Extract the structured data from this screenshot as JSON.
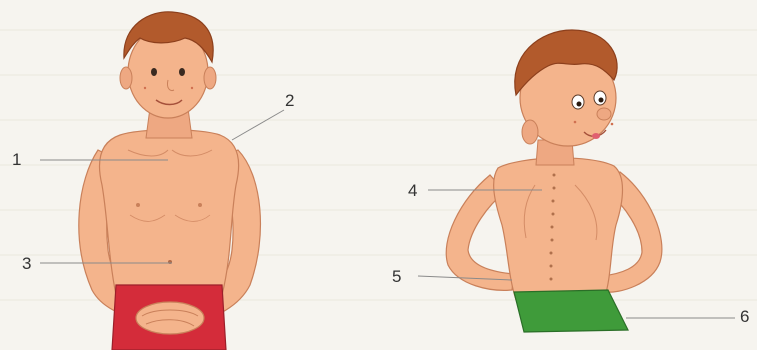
{
  "labels": {
    "l1": "1",
    "l2": "2",
    "l3": "3",
    "l4": "4",
    "l5": "5",
    "l6": "6"
  },
  "colors": {
    "skin": "#f4b48c",
    "skin_shadow": "#e59a74",
    "hair": "#b25a2c",
    "hair_dark": "#8c3f1c",
    "red_shorts": "#d42c3a",
    "green_shorts": "#3f9b3a",
    "leader_line": "#8a8a8a",
    "background": "#f6f4ef"
  }
}
